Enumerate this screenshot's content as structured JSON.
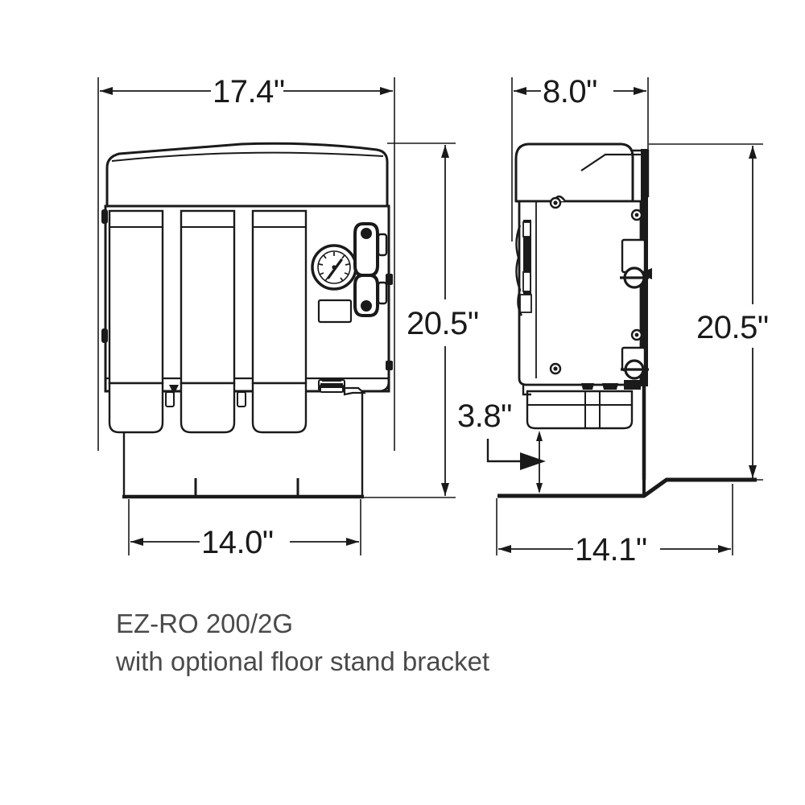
{
  "sheet": {
    "background_color": "#ffffff",
    "line_color": "#1a1a1a",
    "dim_text_color": "#1a1a1a",
    "caption_color": "#4a4a4a"
  },
  "caption": {
    "line1": "EZ-RO 200/2G",
    "line2": "with optional floor stand bracket"
  },
  "dimensions": {
    "front_width": "17.4\"",
    "front_height": "20.5\"",
    "front_base_width": "14.0\"",
    "side_width": "8.0\"",
    "side_height": "20.5\"",
    "side_base_width": "14.1\"",
    "side_clearance": "3.8\""
  },
  "views": {
    "front": {
      "name": "front-elevation",
      "features": [
        "rounded-top-cover",
        "filter-canister-1",
        "filter-canister-2",
        "filter-canister-3",
        "pressure-gauge",
        "valve-handle-upper",
        "valve-handle-lower",
        "label-plate",
        "drain-fitting",
        "floor-stand-bracket"
      ]
    },
    "side": {
      "name": "side-elevation",
      "features": [
        "rounded-top-cover",
        "latch-clip",
        "mounting-screw-top",
        "mounting-screw-bottom",
        "port-fitting-upper",
        "port-fitting-lower",
        "housing-body",
        "floor-stand-bracket"
      ]
    }
  }
}
